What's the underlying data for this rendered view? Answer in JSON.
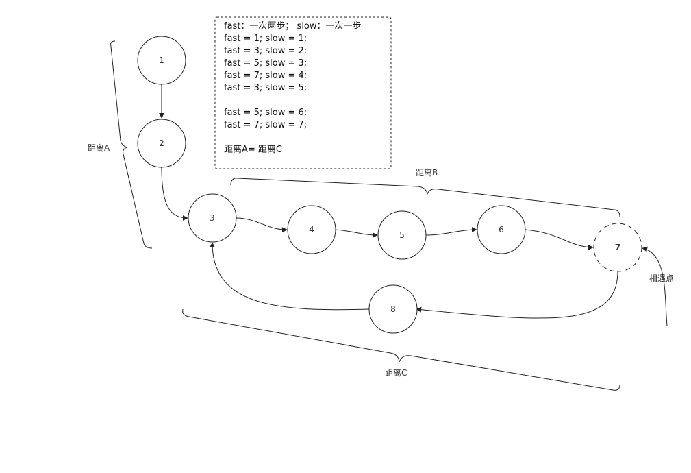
{
  "nodes": [
    {
      "id": "1",
      "label": "1"
    },
    {
      "id": "2",
      "label": "2"
    },
    {
      "id": "3",
      "label": "3"
    },
    {
      "id": "4",
      "label": "4"
    },
    {
      "id": "5",
      "label": "5"
    },
    {
      "id": "6",
      "label": "6"
    },
    {
      "id": "7",
      "label": "7",
      "style": "dashed",
      "bold": true
    },
    {
      "id": "8",
      "label": "8"
    }
  ],
  "edges": [
    {
      "from": "1",
      "to": "2"
    },
    {
      "from": "2",
      "to": "3"
    },
    {
      "from": "3",
      "to": "4"
    },
    {
      "from": "4",
      "to": "5"
    },
    {
      "from": "5",
      "to": "6"
    },
    {
      "from": "6",
      "to": "7"
    },
    {
      "from": "7",
      "to": "8"
    },
    {
      "from": "8",
      "to": "3"
    }
  ],
  "braces": {
    "a": "距离A",
    "b": "距离B",
    "c": "距离C"
  },
  "meet_label": "相遇点",
  "note": {
    "lines": [
      "fast：一次两步；   slow：一次一步",
      "fast = 1; slow = 1;",
      "fast = 3; slow = 2;",
      "fast = 5; slow = 3;",
      "fast = 7; slow = 4;",
      "fast = 3; slow = 5;",
      "",
      "fast = 5; slow = 6;",
      "fast = 7; slow = 7;",
      "",
      "距离A= 距离C"
    ]
  },
  "colors": {
    "stroke": "#222222",
    "text": "#333333"
  }
}
